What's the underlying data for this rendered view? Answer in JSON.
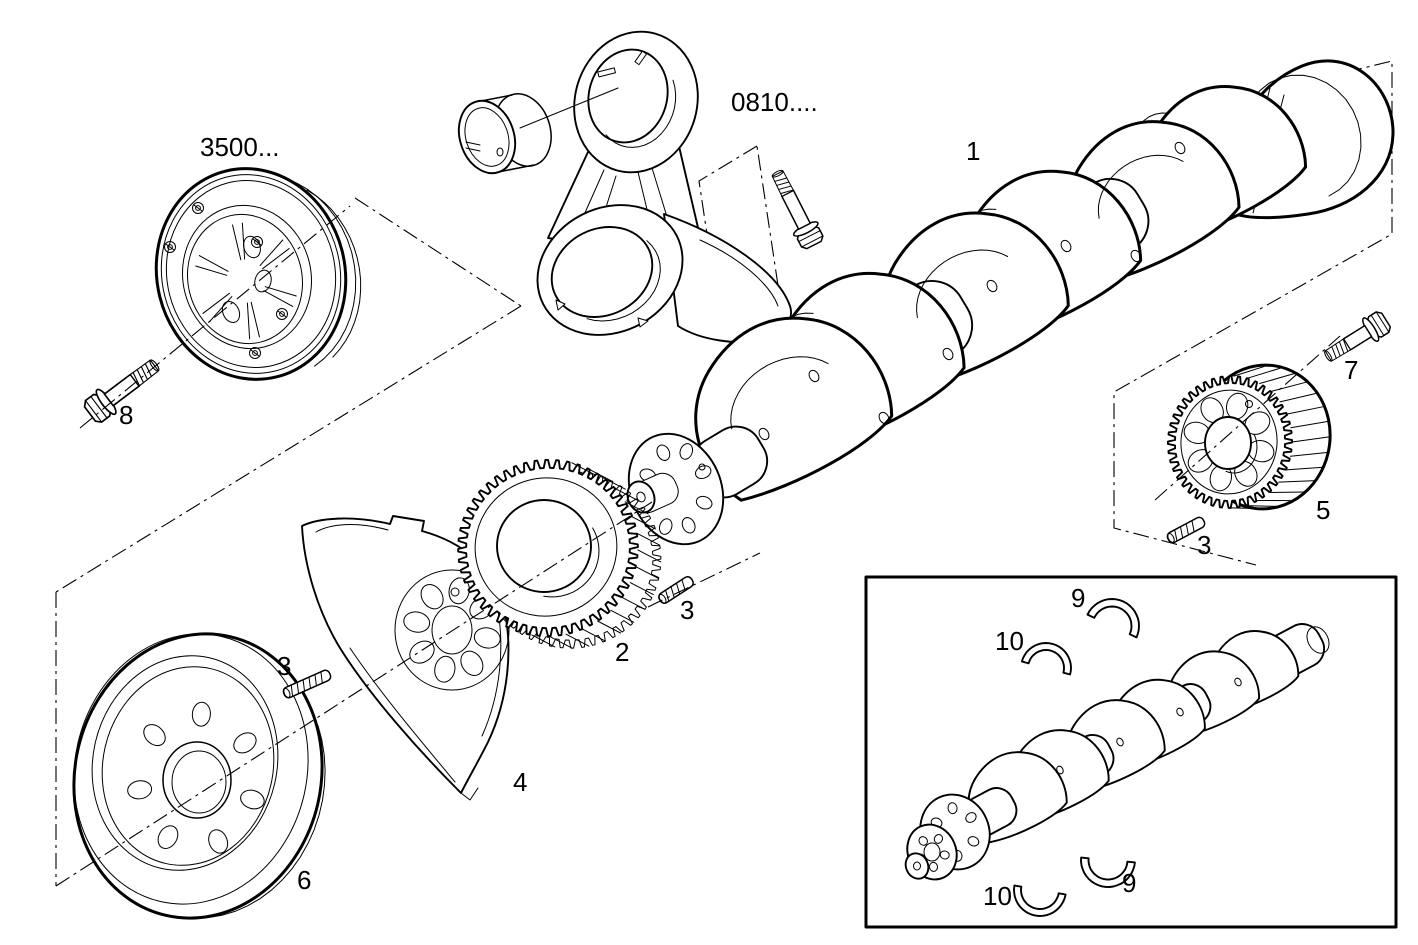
{
  "figure": {
    "refs": {
      "pulley_group_code": "3500...",
      "rod_bolt_group_code": "0810...."
    },
    "callouts": {
      "c1": "1",
      "c2": "2",
      "c3": "3",
      "c4": "4",
      "c5": "5",
      "c6": "6",
      "c7": "7",
      "c8": "8",
      "c9": "9",
      "c10": "10"
    },
    "colors": {
      "line": "#000000",
      "background": "#ffffff"
    }
  }
}
